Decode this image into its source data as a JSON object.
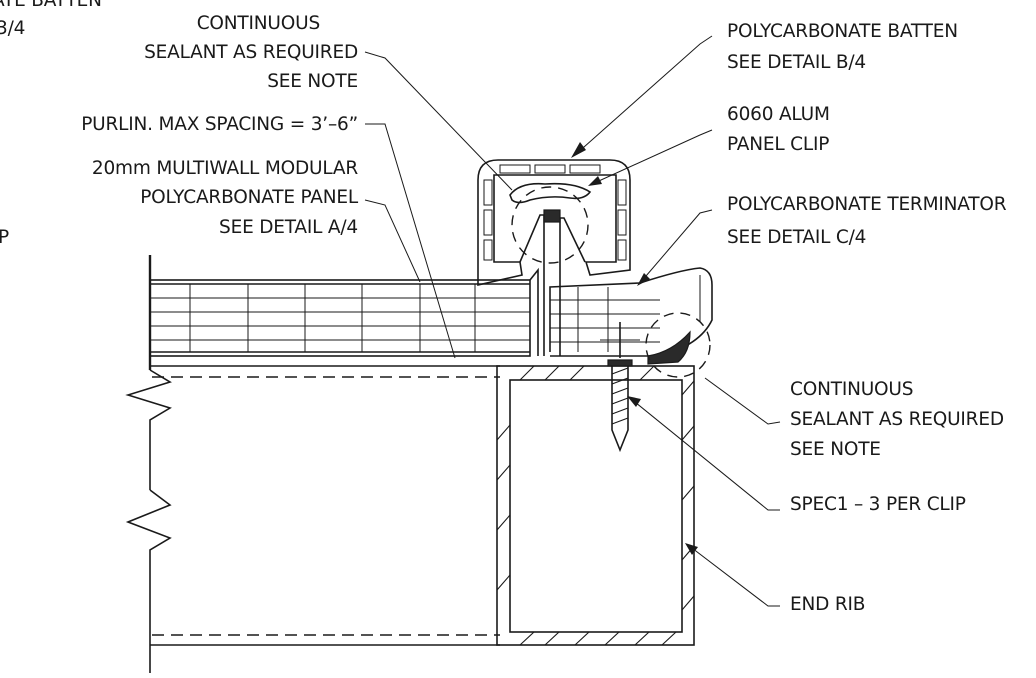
{
  "labels": {
    "top_left_fragment_1": "ATE BATTEN",
    "top_left_fragment_2": "3/4",
    "left_fragment_p": "P",
    "sealant_top_1": "CONTINUOUS",
    "sealant_top_2": "SEALANT AS REQUIRED",
    "sealant_top_3": "SEE NOTE",
    "purlin": "PURLIN. MAX SPACING = 3’–6”",
    "panel_1": "20mm MULTIWALL MODULAR",
    "panel_2": "POLYCARBONATE PANEL",
    "panel_3": "SEE DETAIL A/4",
    "batten_1": "POLYCARBONATE BATTEN",
    "batten_2": "SEE DETAIL B/4",
    "clip_1": "6060 ALUM",
    "clip_2": "PANEL CLIP",
    "terminator_1": "POLYCARBONATE TERMINATOR",
    "terminator_2": "SEE DETAIL C/4",
    "sealant_right_1": "CONTINUOUS",
    "sealant_right_2": "SEALANT AS REQUIRED",
    "sealant_right_3": "SEE NOTE",
    "screw": "SPEC1 – 3 PER CLIP",
    "end_rib": "END RIB"
  }
}
